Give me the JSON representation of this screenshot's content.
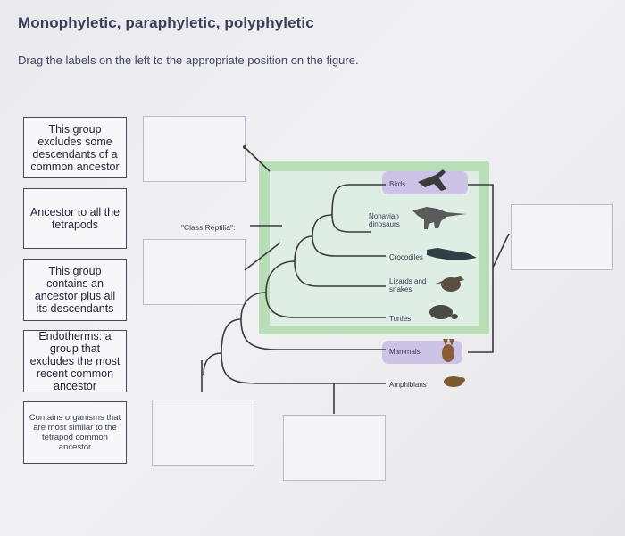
{
  "title": "Monophyletic, paraphyletic, polyphyletic",
  "instruction": "Drag the labels on the left to the appropriate position on the figure.",
  "labels": [
    "This group excludes some descendants of a common ancestor",
    "Ancestor to all the tetrapods",
    "This group contains an ancestor plus all its descendants",
    "Endotherms: a group that excludes the most recent common ancestor",
    "Contains organisms that are most similar to the tetrapod common ancestor"
  ],
  "figure": {
    "class_reptilia": "\"Class Reptilia\":",
    "taxa": [
      "Birds",
      "Nonavian dinosaurs",
      "Crocodiles",
      "Lizards and snakes",
      "Turtles",
      "Mammals",
      "Amphibians"
    ]
  },
  "colors": {
    "panel_green": "#b9ddb7",
    "panel_inner": "#dfeee5",
    "highlight_purple": "#cdc3e6",
    "branch_line": "#3a3a3a"
  },
  "icons": [
    "bird-icon",
    "dinosaur-icon",
    "crocodile-icon",
    "lizard-icon",
    "turtle-icon",
    "mammal-icon",
    "amphibian-icon"
  ]
}
